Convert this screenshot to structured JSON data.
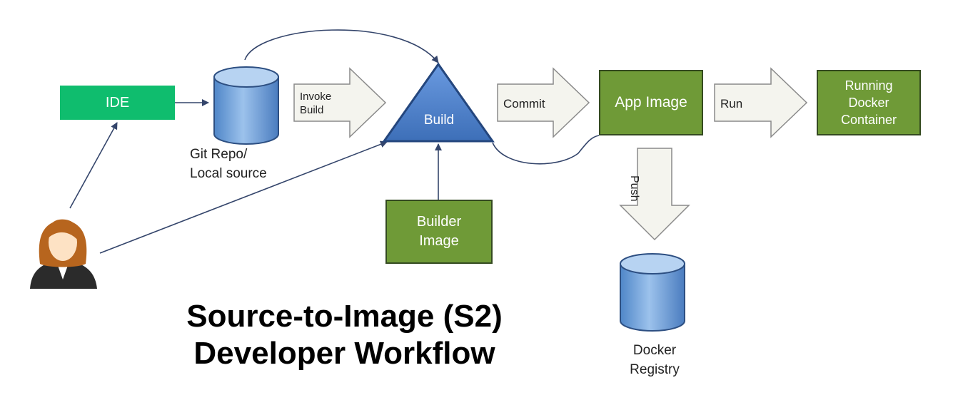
{
  "title": "Source-to-Image (S2)\nDeveloper Workflow",
  "nodes": {
    "ide": "IDE",
    "git_repo": "Git Repo/\nLocal source",
    "build": "Build",
    "builder_image": "Builder\nImage",
    "app_image": "App Image",
    "running_container": "Running\nDocker\nContainer",
    "docker_registry": "Docker\nRegistry"
  },
  "arrows": {
    "invoke_build": "Invoke\nBuild",
    "commit": "Commit",
    "run": "Run",
    "push": "Push"
  },
  "colors": {
    "ide_fill": "#0fbd6e",
    "green_box_fill": "#6f9a37",
    "green_box_border": "#344a20",
    "build_triangle_fill": "#4a7ec9",
    "cylinder_fill": "#6d9fd6",
    "block_arrow_fill": "#f4f4ee",
    "connector_line": "#34456b"
  }
}
